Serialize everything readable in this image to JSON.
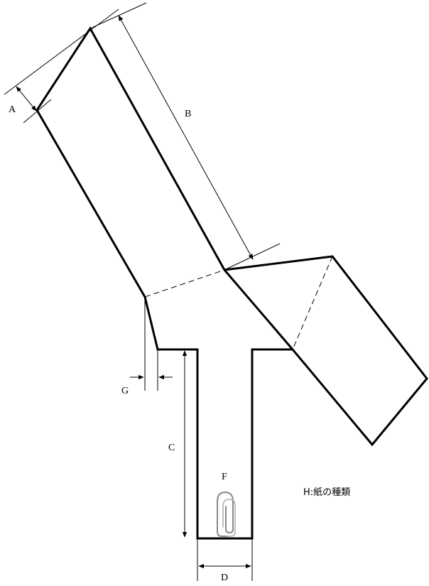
{
  "labels": {
    "A": "A",
    "B": "B",
    "C": "C",
    "D": "D",
    "F": "F",
    "G": "G"
  },
  "note": "H:紙の種類",
  "icons": [
    "paperclip-icon"
  ]
}
